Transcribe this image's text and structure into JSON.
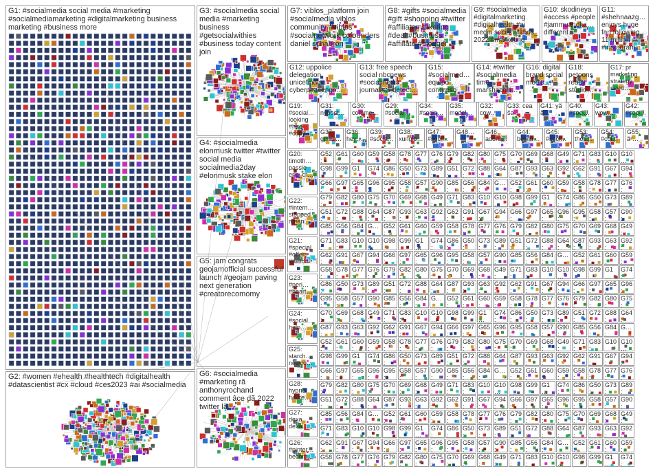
{
  "graph": {
    "groups": [
      {
        "id": "G1",
        "label": "G1: #socialmedia social media #marketing #socialmediamarketing #digitalmarketing business marketing #business more",
        "kind": "grid"
      },
      {
        "id": "G2",
        "label": "G2: #women #ehealth #healthtech #digitalhealth #datascientist #cx #cloud #ces2023 #ai #socialmedia",
        "kind": "cluster"
      },
      {
        "id": "G3",
        "label": "G3: #socialmedia social media #marketing business #getsocialwithies #business today content join",
        "kind": "cluster"
      },
      {
        "id": "G4",
        "label": "G4: #socialmedia elonmusk twitter #twitter social media socialmedia2day #elonmusk stake elon",
        "kind": "cluster"
      },
      {
        "id": "G5",
        "label": "G5: jam congrats geojamofficial successful launch #geojam paving next generation #creatorecomomy",
        "kind": "sparse"
      },
      {
        "id": "G6",
        "label": "G6: #socialmedia #marketing rã anthonyrochand comment âce dã 2022 twitter lã",
        "kind": "cluster"
      },
      {
        "id": "G7",
        "label": "G7: viblos_platform join #socialmedia viblos community #viblos #socialnetwork cofounders daniel schabron",
        "kind": "cluster"
      },
      {
        "id": "G8",
        "label": "G8: #gifts #socialmedia #gift #shopping #twitter #affiliatemarketing #deal #business #affiliate #blogger",
        "kind": "cluster"
      },
      {
        "id": "G9",
        "label": "G9: #socialmedia #digitalmarketing #digitalhealth #ai media social _timos_ 2022 #marketing",
        "kind": "cluster"
      },
      {
        "id": "G10",
        "label": "G10: skodineya #access #people #jammuandka… different…",
        "kind": "cluster"
      },
      {
        "id": "G11",
        "label": "G11: #shehnaazg… enjoys huge fan following 11 million #instagram…",
        "kind": "cluster"
      },
      {
        "id": "G12",
        "label": "G12: uppolice delegation unicefindia cyberpeacengo…",
        "kind": "cluster"
      },
      {
        "id": "G13",
        "label": "G13: free speech social nbcnews #socialmedia journalists detect…",
        "kind": "cluster"
      },
      {
        "id": "G15",
        "label": "G15: #socialmed… equipo congreso",
        "kind": "cluster"
      },
      {
        "id": "G14",
        "label": "G14: #twitter #socialmedia time marshacolli…",
        "kind": "cluster"
      },
      {
        "id": "G16",
        "label": "G16: digital brand social media…",
        "kind": "cluster"
      },
      {
        "id": "G18",
        "label": "G18: petoons ready studio…",
        "kind": "cluster"
      },
      {
        "id": "G17",
        "label": "G17: pr marketing strategy need…",
        "kind": "cluster"
      },
      {
        "id": "G19",
        "label": "G19: #social… looking #hire #copy…",
        "kind": "cluster"
      },
      {
        "id": "G31",
        "label": "G31: nypost…",
        "kind": "cluster"
      },
      {
        "id": "G30",
        "label": "G30: comme…",
        "kind": "cluster"
      },
      {
        "id": "G29",
        "label": "G29: #social…",
        "kind": "cluster"
      },
      {
        "id": "G34",
        "label": "G34: #socia…",
        "kind": "cluster"
      },
      {
        "id": "G35",
        "label": "G35: model…",
        "kind": "cluster"
      },
      {
        "id": "G32",
        "label": "G32: cow…",
        "kind": "cluster"
      },
      {
        "id": "G33",
        "label": "G33: cea ša…",
        "kind": "cluster"
      },
      {
        "id": "G41",
        "label": "G41: yã ã…",
        "kind": "cluster"
      },
      {
        "id": "G40",
        "label": "G40: #soci…",
        "kind": "cluster"
      },
      {
        "id": "G43",
        "label": "G43: wow…",
        "kind": "cluster"
      },
      {
        "id": "G42",
        "label": "G42: #soci…",
        "kind": "cluster"
      },
      {
        "id": "G20",
        "label": "G20: timoth… passle eric_cr…",
        "kind": "cluster"
      },
      {
        "id": "G37",
        "label": "G37: genui…",
        "kind": "cluster"
      },
      {
        "id": "G36",
        "label": "G36: hey…",
        "kind": "cluster"
      },
      {
        "id": "G39",
        "label": "G39: #socia…",
        "kind": "cluster"
      },
      {
        "id": "G38",
        "label": "G38: xungib…",
        "kind": "cluster"
      },
      {
        "id": "G47",
        "label": "G47: #soci…",
        "kind": "cluster"
      },
      {
        "id": "G48",
        "label": "G48…",
        "kind": "cluster"
      },
      {
        "id": "G46",
        "label": "G46: adord…",
        "kind": "cluster"
      },
      {
        "id": "G44",
        "label": "G44: bewar…",
        "kind": "cluster"
      },
      {
        "id": "G45",
        "label": "G45: #soci…",
        "kind": "cluster"
      },
      {
        "id": "G53",
        "label": "G53: thou…",
        "kind": "cluster"
      },
      {
        "id": "G54",
        "label": "G54: #col…",
        "kind": "cluster"
      },
      {
        "id": "G55",
        "label": "G55: ã²…",
        "kind": "cluster"
      },
      {
        "id": "G22",
        "label": "G22: #intern… stopped mean…",
        "kind": "cluster"
      },
      {
        "id": "G21",
        "label": "G21: #special #offers #twitch…",
        "kind": "cluster"
      },
      {
        "id": "G23",
        "label": "G23: #peri… #heart…",
        "kind": "cluster"
      },
      {
        "id": "G24",
        "label": "G24: #social… help…",
        "kind": "cluster"
      },
      {
        "id": "G25",
        "label": "G25: starch… newco…",
        "kind": "cluster"
      },
      {
        "id": "G28",
        "label": "G28: hyprrs… future…",
        "kind": "cluster"
      },
      {
        "id": "G27",
        "label": "G27: dexa dexa…",
        "kind": "cluster"
      },
      {
        "id": "G26",
        "label": "G26: #pinter… becom…",
        "kind": "cluster"
      }
    ],
    "grid_labels": [
      "G52: #soc…",
      "G61: seco…",
      "G60: #soc…",
      "G59: socia…",
      "G58: solc…",
      "G78: pha…",
      "G77: #so…",
      "G76: skel…",
      "G79: lese…",
      "G82: pro…",
      "G80: kris…",
      "G75: curs…",
      "G70: #gr…",
      "G69: #so…",
      "G68: G1…",
      "G49: #su…",
      "G71: #so…",
      "G83: wor…",
      "G10",
      "G10…",
      "G98",
      "G99",
      "G1…",
      "G74: #b…",
      "G86: G1…",
      "G50: #soc…",
      "G73: 360…",
      "G89: gre…",
      "G51: #soc…",
      "G72: sm…",
      "G88: #rt…",
      "G64: #ay…",
      "G87: #so…",
      "G93: #ki…",
      "G63: ost…",
      "G92: rem…",
      "G62: #inst…",
      "G91: incr…",
      "G67: #tik…",
      "G94: G1…",
      "G66: #apps",
      "G97: co…",
      "G65: twit…",
      "G96: ran…",
      "G95: soci…",
      "G58: soci…",
      "G57: #cry…",
      "G90: gre…",
      "G85: troll…",
      "G56: cont…",
      "G84: che…",
      "G…"
    ]
  }
}
